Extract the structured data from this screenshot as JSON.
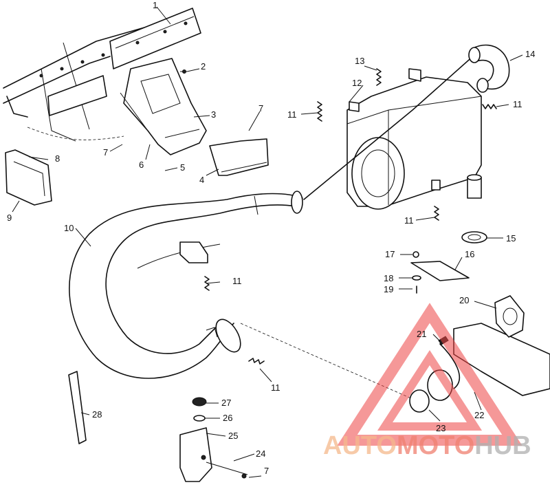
{
  "callouts": [
    {
      "id": "c1",
      "label": "1"
    },
    {
      "id": "c2",
      "label": "2"
    },
    {
      "id": "c3",
      "label": "3"
    },
    {
      "id": "c4",
      "label": "4"
    },
    {
      "id": "c5",
      "label": "5"
    },
    {
      "id": "c6",
      "label": "6"
    },
    {
      "id": "c7a",
      "label": "7"
    },
    {
      "id": "c7b",
      "label": "7"
    },
    {
      "id": "c7c",
      "label": "7"
    },
    {
      "id": "c8",
      "label": "8"
    },
    {
      "id": "c9",
      "label": "9"
    },
    {
      "id": "c10",
      "label": "10"
    },
    {
      "id": "c11a",
      "label": "11"
    },
    {
      "id": "c11b",
      "label": "11"
    },
    {
      "id": "c11c",
      "label": "11"
    },
    {
      "id": "c11d",
      "label": "11"
    },
    {
      "id": "c11e",
      "label": "11"
    },
    {
      "id": "c12",
      "label": "12"
    },
    {
      "id": "c13",
      "label": "13"
    },
    {
      "id": "c14",
      "label": "14"
    },
    {
      "id": "c15",
      "label": "15"
    },
    {
      "id": "c16",
      "label": "16"
    },
    {
      "id": "c17",
      "label": "17"
    },
    {
      "id": "c18",
      "label": "18"
    },
    {
      "id": "c19",
      "label": "19"
    },
    {
      "id": "c20",
      "label": "20"
    },
    {
      "id": "c21",
      "label": "21"
    },
    {
      "id": "c22",
      "label": "22"
    },
    {
      "id": "c23",
      "label": "23"
    },
    {
      "id": "c24",
      "label": "24"
    },
    {
      "id": "c25",
      "label": "25"
    },
    {
      "id": "c26",
      "label": "26"
    },
    {
      "id": "c27",
      "label": "27"
    },
    {
      "id": "c28",
      "label": "28"
    }
  ],
  "watermark": {
    "part1": "AUTO",
    "part2": "MOTO",
    "part3": "HUB",
    "color1": "#f5b98c",
    "color2": "#f08070",
    "color3": "#b0b0b0",
    "triangle_color": "#ee4444"
  }
}
